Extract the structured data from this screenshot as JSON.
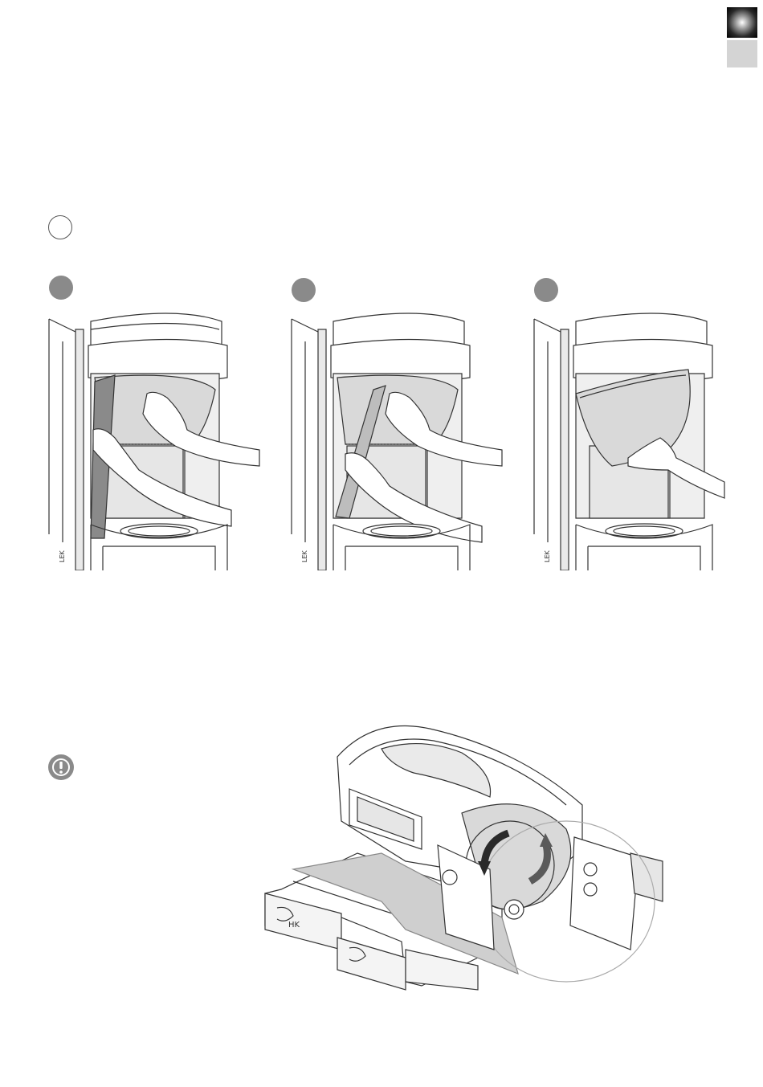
{
  "page": {
    "tabs": [
      "dark-language-tab",
      "light-language-tab"
    ],
    "illustrations": [
      {
        "name": "panel-step-1",
        "caption": "",
        "stamp": "LEK"
      },
      {
        "name": "panel-step-2",
        "caption": "",
        "stamp": "LEK"
      },
      {
        "name": "panel-step-3",
        "caption": "",
        "stamp": "LEK"
      }
    ],
    "pallet_marking": "HK",
    "icons": {
      "step_outline": "circle-outline-icon",
      "step_filled": "circle-filled-icon",
      "warning": "exclamation-icon",
      "rotate": "rotate-arrows-icon"
    },
    "colors": {
      "panel_gray": "#d9d9d9",
      "line": "#333333",
      "step_gray": "#8a8a8a",
      "tab_light": "#d4d4d4"
    }
  }
}
